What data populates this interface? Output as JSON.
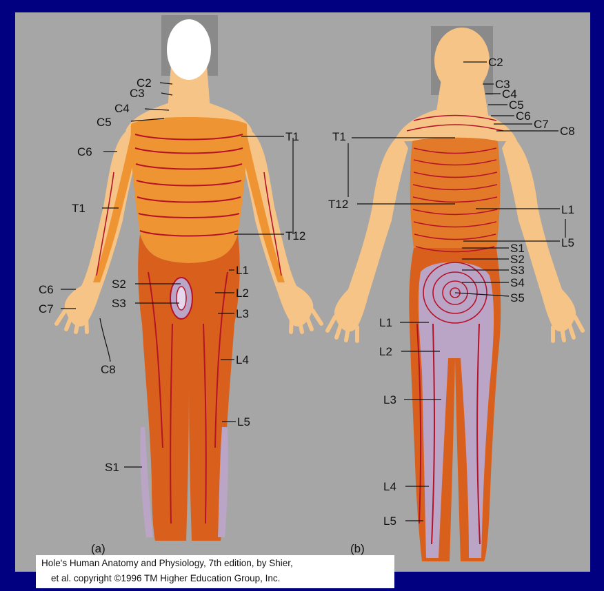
{
  "colors": {
    "frame": "#000080",
    "panel": "#a6a6a6",
    "light_skin": "#f6c486",
    "mid_orange": "#ee9433",
    "dark_orange": "#d9601c",
    "lavender": "#bba5c6",
    "band_line": "#b5122a"
  },
  "front": {
    "panel_label": "(a)",
    "labels": [
      "C2",
      "C3",
      "C4",
      "C5",
      "C6",
      "T1",
      "T12",
      "T1",
      "L1",
      "S2",
      "L2",
      "S3",
      "L3",
      "C6",
      "C7",
      "C8",
      "L4",
      "L5",
      "S1"
    ]
  },
  "back": {
    "panel_label": "(b)",
    "labels": [
      "C2",
      "C3",
      "C4",
      "C5",
      "C6",
      "C7",
      "C8",
      "T1",
      "T12",
      "L1",
      "L5",
      "S1",
      "S2",
      "S3",
      "S4",
      "S5",
      "L1",
      "L2",
      "L3",
      "L4",
      "L5"
    ]
  },
  "caption": {
    "line1": "Hole's Human Anatomy and Physiology, 7th edition, by Shier,",
    "line2": "et al. copyright ©1996 TM Higher Education Group, Inc."
  }
}
